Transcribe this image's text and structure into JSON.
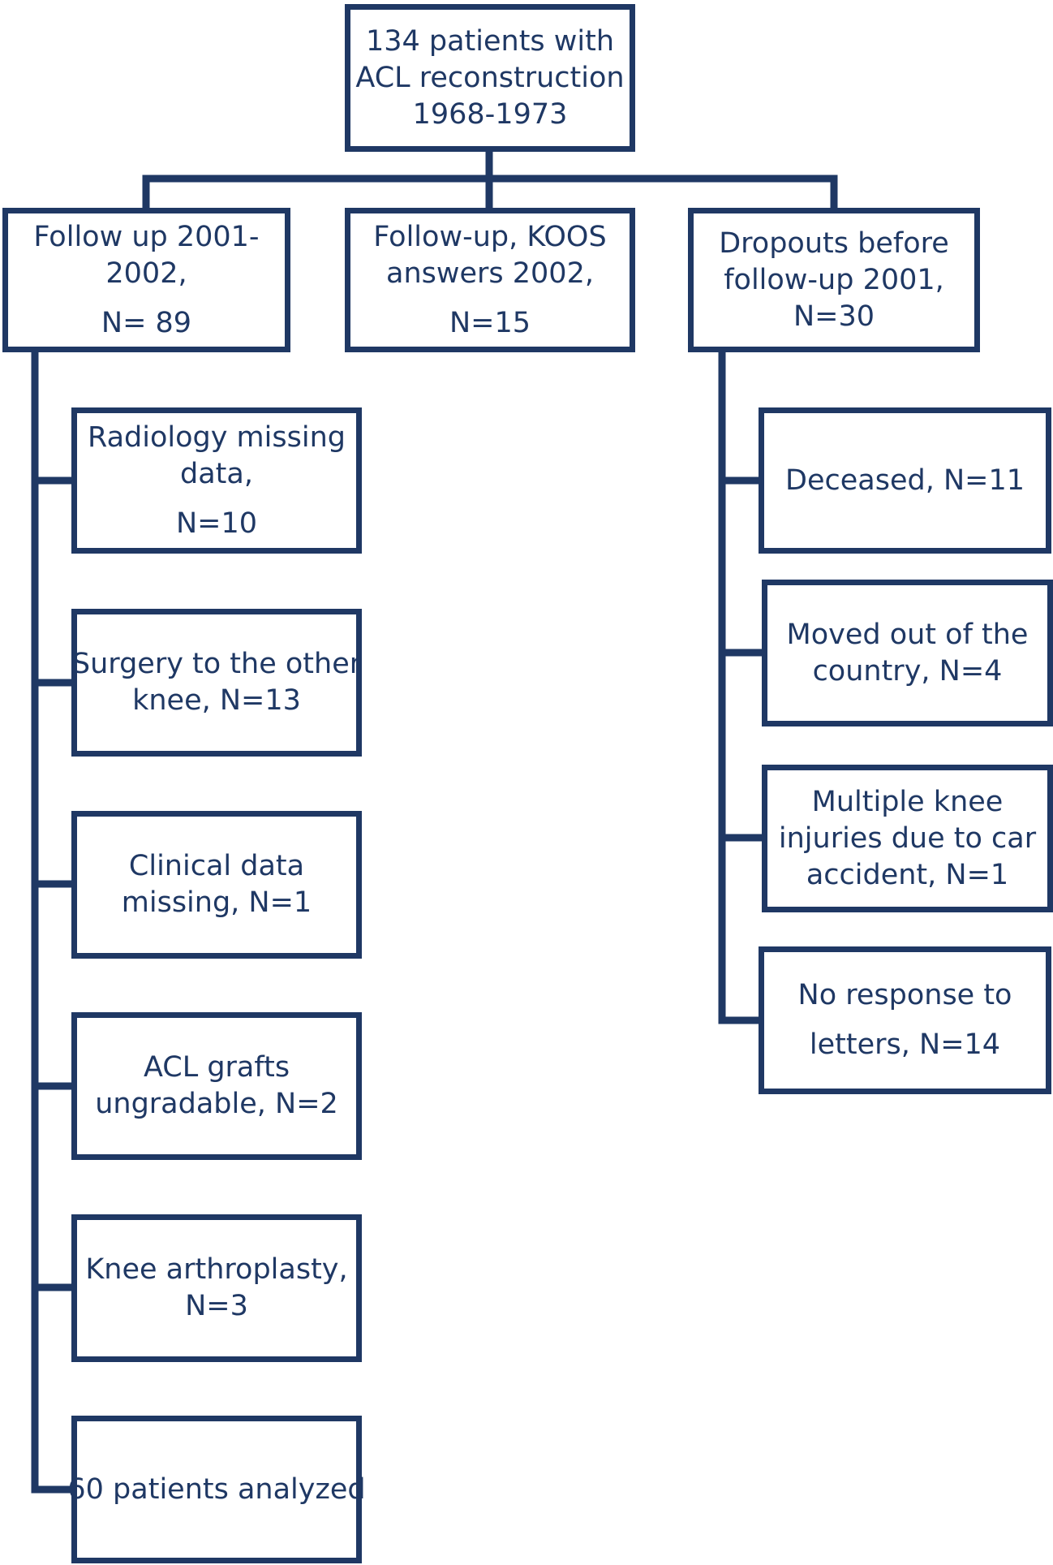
{
  "colors": {
    "stroke": "#1f3864",
    "text": "#1f3864",
    "background": "#ffffff"
  },
  "root": {
    "lines": [
      "134 patients with",
      "ACL reconstruction",
      "1968-1973"
    ]
  },
  "branches": {
    "follow_up": {
      "lines": [
        "Follow up 2001-",
        "2002,"
      ],
      "count": "N= 89"
    },
    "koos": {
      "lines": [
        "Follow-up, KOOS",
        "answers 2002,"
      ],
      "count": "N=15"
    },
    "dropouts": {
      "lines": [
        "Dropouts before",
        "follow-up 2001,",
        "N=30"
      ]
    }
  },
  "follow_up_exclusions": [
    {
      "lines": [
        "Radiology missing",
        "data,"
      ],
      "count": "N=10"
    },
    {
      "lines": [
        "Surgery to the other",
        "knee, N=13"
      ]
    },
    {
      "lines": [
        "Clinical data",
        "missing, N=1"
      ]
    },
    {
      "lines": [
        "ACL grafts",
        "ungradable, N=2"
      ]
    },
    {
      "lines": [
        "Knee arthroplasty,",
        "N=3"
      ]
    },
    {
      "lines": [
        "60 patients analyzed"
      ]
    }
  ],
  "dropout_reasons": [
    {
      "lines": [
        "Deceased, N=11"
      ]
    },
    {
      "lines": [
        "Moved out of the",
        "country, N=4"
      ]
    },
    {
      "lines": [
        "Multiple knee",
        "injuries due to car",
        "accident, N=1"
      ]
    },
    {
      "lines": [
        "No response to",
        "letters, N=14"
      ]
    }
  ]
}
